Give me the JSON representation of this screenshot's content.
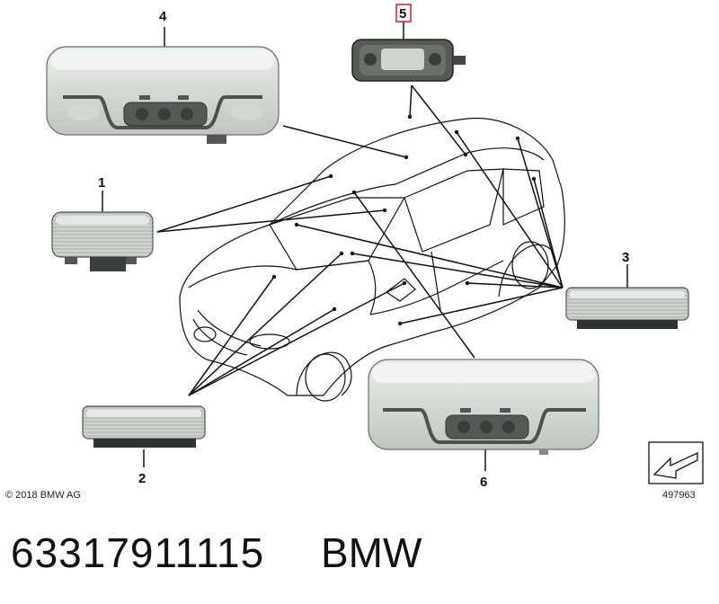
{
  "diagram": {
    "callouts": [
      {
        "id": "1",
        "label": "1",
        "highlighted": false
      },
      {
        "id": "2",
        "label": "2",
        "highlighted": false
      },
      {
        "id": "3",
        "label": "3",
        "highlighted": false
      },
      {
        "id": "4",
        "label": "4",
        "highlighted": false
      },
      {
        "id": "5",
        "label": "5",
        "highlighted": true
      },
      {
        "id": "6",
        "label": "6",
        "highlighted": false
      }
    ],
    "copyright": "© 2018 BMW AG",
    "diagram_number": "497963",
    "highlight_color": "#d0202a"
  },
  "footer": {
    "part_number": "63317911115",
    "brand": "BMW"
  }
}
